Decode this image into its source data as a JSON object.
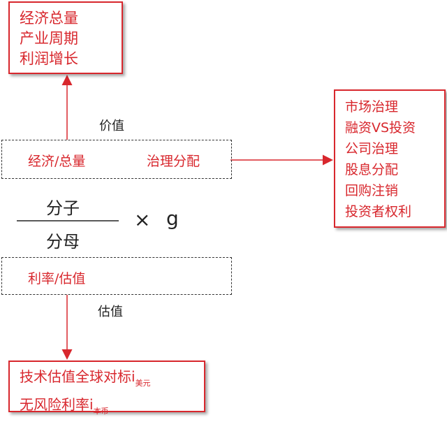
{
  "top_box": {
    "lines": [
      "经济总量",
      "产业周期",
      "利润增长"
    ]
  },
  "value_label": "价值",
  "numerator_box": {
    "left": "经济/总量",
    "right": "治理分配"
  },
  "right_box": {
    "lines": [
      "市场治理",
      "融资VS投资",
      "公司治理",
      "股息分配",
      "回购注销",
      "投资者权利"
    ]
  },
  "fraction": {
    "numerator": "分子",
    "denominator": "分母",
    "times": "×",
    "g": "g"
  },
  "denominator_box": {
    "text": "利率/估值"
  },
  "valuation_label": "估值",
  "bottom_box": {
    "line1": "技术估值全球对标i",
    "line1_sub": "美元",
    "line2": "无风险利率i",
    "line2_sub": "本币"
  },
  "colors": {
    "accent": "#d8272d"
  }
}
